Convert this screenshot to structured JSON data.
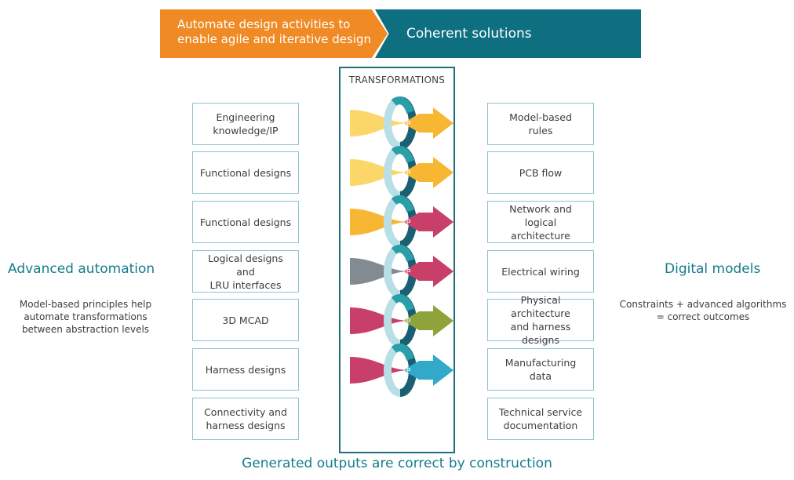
{
  "banner": {
    "left_line1": "Automate design activities to",
    "left_line2": "enable agile and iterative design",
    "right": "Coherent solutions"
  },
  "center": {
    "title": "TRANSFORMATIONS",
    "ip_label": "IP"
  },
  "left_boxes": [
    {
      "line1": "Engineering",
      "line2": "knowledge/IP"
    },
    {
      "line1": "Functional designs",
      "line2": ""
    },
    {
      "line1": "Functional designs",
      "line2": ""
    },
    {
      "line1": "Logical designs and",
      "line2": "LRU interfaces"
    },
    {
      "line1": "3D MCAD",
      "line2": ""
    },
    {
      "line1": "Harness designs",
      "line2": ""
    },
    {
      "line1": "Connectivity and",
      "line2": "harness designs"
    }
  ],
  "right_boxes": [
    {
      "line1": "Model-based",
      "line2": "rules"
    },
    {
      "line1": "PCB flow",
      "line2": ""
    },
    {
      "line1": "Network and logical",
      "line2": "architecture"
    },
    {
      "line1": "Electrical wiring",
      "line2": ""
    },
    {
      "line1": "Physical architecture",
      "line2": "and harness designs"
    },
    {
      "line1": "Manufacturing data",
      "line2": ""
    },
    {
      "line1": "Technical service",
      "line2": "documentation"
    }
  ],
  "left_panel": {
    "title": "Advanced automation",
    "line1": "Model-based principles help",
    "line2": "automate transformations",
    "line3": "between abstraction levels"
  },
  "right_panel": {
    "title": "Digital models",
    "line1": "Constraints + advanced algorithms",
    "line2": "= correct outcomes"
  },
  "footer": "Generated outputs are correct by construction",
  "colors": {
    "orange": "#f08a24",
    "teal_dark": "#0e6f80",
    "teal_text": "#147c8c",
    "ring_light": "#b9dfe6",
    "ring_mid": "#2a9fa8",
    "ring_dark": "#1a5f72"
  },
  "transform_rows": [
    {
      "in_color": "#fbd76a",
      "out_color": "#f7b733"
    },
    {
      "in_color": "#fbd76a",
      "out_color": "#f7b733"
    },
    {
      "in_color": "#f7b733",
      "out_color": "#c8406a"
    },
    {
      "in_color": "#828a92",
      "out_color": "#c8406a"
    },
    {
      "in_color": "#c8406a",
      "out_color": "#8ea33a"
    },
    {
      "in_color": "#c8406a",
      "out_color": "#33a9c9"
    }
  ]
}
